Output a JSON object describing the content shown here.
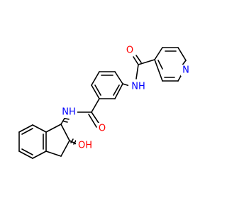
{
  "molecule": {
    "labels": {
      "carbonyl_oxygen_top": "O",
      "amide_nh_top": "NH",
      "pyridine_nitrogen": "N",
      "carbonyl_oxygen_middle": "O",
      "amide_nh_middle": "NH",
      "hydroxyl": "OH"
    }
  },
  "colors": {
    "bond": "#000000",
    "oxygen": "#ff0000",
    "nitrogen": "#0000ff"
  }
}
